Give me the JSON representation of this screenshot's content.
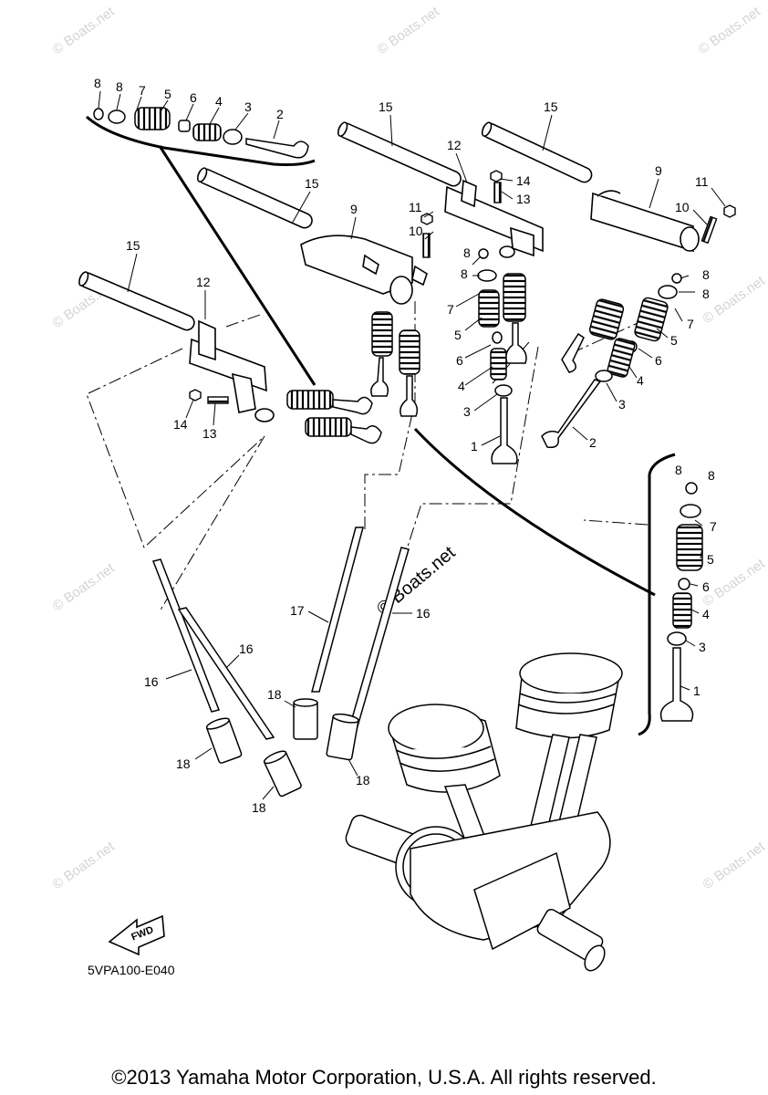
{
  "watermark": "© Boats.net",
  "diagram_code": "5VPA100-E040",
  "fwd_label": "FWD",
  "copyright": "©2013 Yamaha Motor Corporation, U.S.A. All rights reserved.",
  "callouts": {
    "tl_8a": "8",
    "tl_8b": "8",
    "tl_7": "7",
    "tl_5": "5",
    "tl_6": "6",
    "tl_4": "4",
    "tl_3": "3",
    "tl_2": "2",
    "c_15a": "15",
    "c_15b": "15",
    "c_15c": "15",
    "c_15d": "15",
    "c_12a": "12",
    "c_12b": "12",
    "c_9a": "9",
    "c_9b": "9",
    "c_11a": "11",
    "c_11b": "11",
    "c_10a": "10",
    "c_10b": "10",
    "c_14a": "14",
    "c_14b": "14",
    "c_13a": "13",
    "c_13b": "13",
    "m_8a": "8",
    "m_8b": "8",
    "m_7": "7",
    "m_5": "5",
    "m_6": "6",
    "m_4": "4",
    "m_3": "3",
    "m_1": "1",
    "r_8a": "8",
    "r_8b": "8",
    "r_7": "7",
    "r_5": "5",
    "r_6": "6",
    "r_4": "4",
    "r_3": "3",
    "r_2": "2",
    "b_8a": "8",
    "b_8b": "8",
    "b_7": "7",
    "b_5": "5",
    "b_6": "6",
    "b_4": "4",
    "b_3": "3",
    "b_1": "1",
    "c_17": "17",
    "c_16a": "16",
    "c_16b": "16",
    "c_16c": "16",
    "c_18a": "18",
    "c_18b": "18",
    "c_18c": "18",
    "c_18d": "18"
  }
}
